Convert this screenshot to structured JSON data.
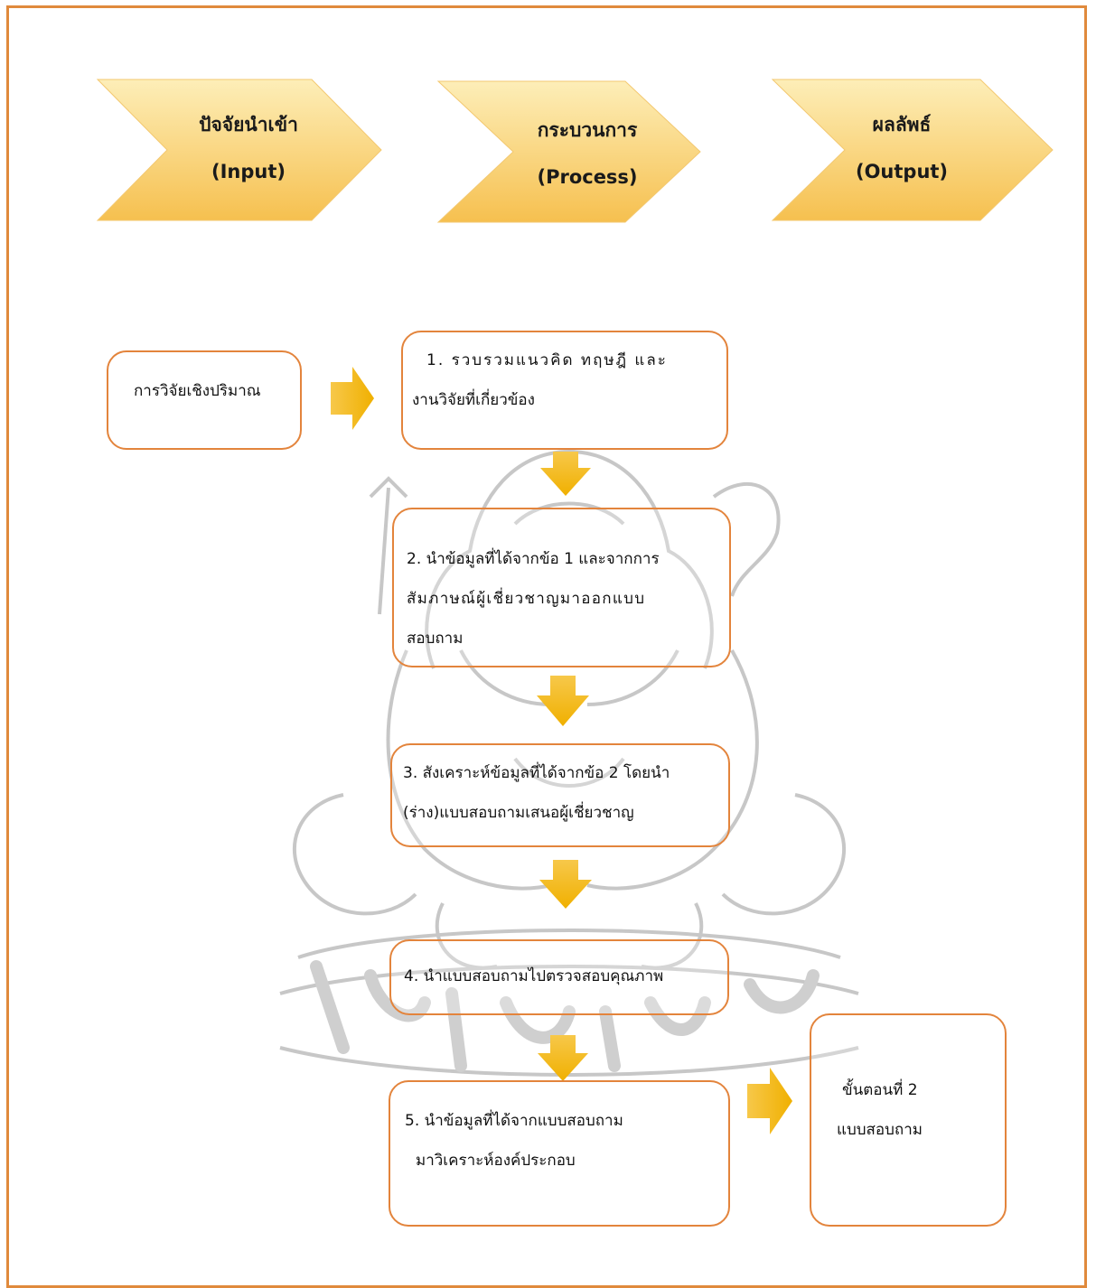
{
  "header": {
    "input": {
      "line1": "ปัจจัยนำเข้า",
      "line2": "(Input)"
    },
    "process": {
      "line1": "กระบวนการ",
      "line2": "(Process)"
    },
    "output": {
      "line1": "ผลลัพธ์",
      "line2": "(Output)"
    }
  },
  "input_box": {
    "text": "การวิจัยเชิงปริมาณ"
  },
  "steps": [
    {
      "lines": [
        "1. รวบรวมแนวคิด ทฤษฎี และ",
        "งานวิจัยที่เกี่ยวข้อง"
      ]
    },
    {
      "lines": [
        "2. นำข้อมูลที่ได้จากข้อ 1 และจากการ",
        "สัมภาษณ์ผู้เชี่ยวชาญมาออกแบบ",
        "สอบถาม"
      ]
    },
    {
      "lines": [
        "3. สังเคราะห์ข้อมูลที่ได้จากข้อ 2 โดยนำ",
        "(ร่าง)แบบสอบถามเสนอผู้เชี่ยวชาญ"
      ]
    },
    {
      "lines": [
        "4. นำแบบสอบถามไปตรวจสอบคุณภาพ"
      ]
    },
    {
      "lines": [
        "5. นำข้อมูลที่ได้จากแบบสอบถาม",
        "มาวิเคราะห์องค์ประกอบ"
      ]
    }
  ],
  "output_box": {
    "line1": "ขั้นตอนที่ 2",
    "line2": "แบบสอบถาม"
  },
  "colors": {
    "border": "#e3843c",
    "frame": "#e08a3c",
    "arrow": "#f2b400",
    "chevron_top": "#fde9a8",
    "chevron_bottom": "#f7c657"
  }
}
